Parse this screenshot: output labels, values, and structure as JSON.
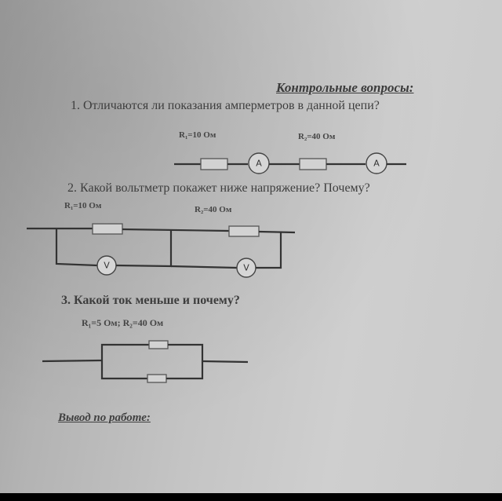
{
  "heading": "Контрольные вопросы:",
  "questions": [
    {
      "text": "1. Отличаются ли показания амперметров в данной цепи?",
      "labels": [
        "R₁=10 Ом",
        "R₂=40 Ом"
      ],
      "meter_symbol": "A"
    },
    {
      "text": "2. Какой вольтметр покажет ниже напряжение? Почему?",
      "labels": [
        "R₁=10 Ом",
        "R₂=40 Ом"
      ],
      "meter_symbol": "V"
    },
    {
      "text": "3. Какой ток меньше и почему?",
      "labels": [
        "R₁=5 Ом;  R₂=40 Ом"
      ]
    }
  ],
  "conclusion": "Вывод по работе:"
}
